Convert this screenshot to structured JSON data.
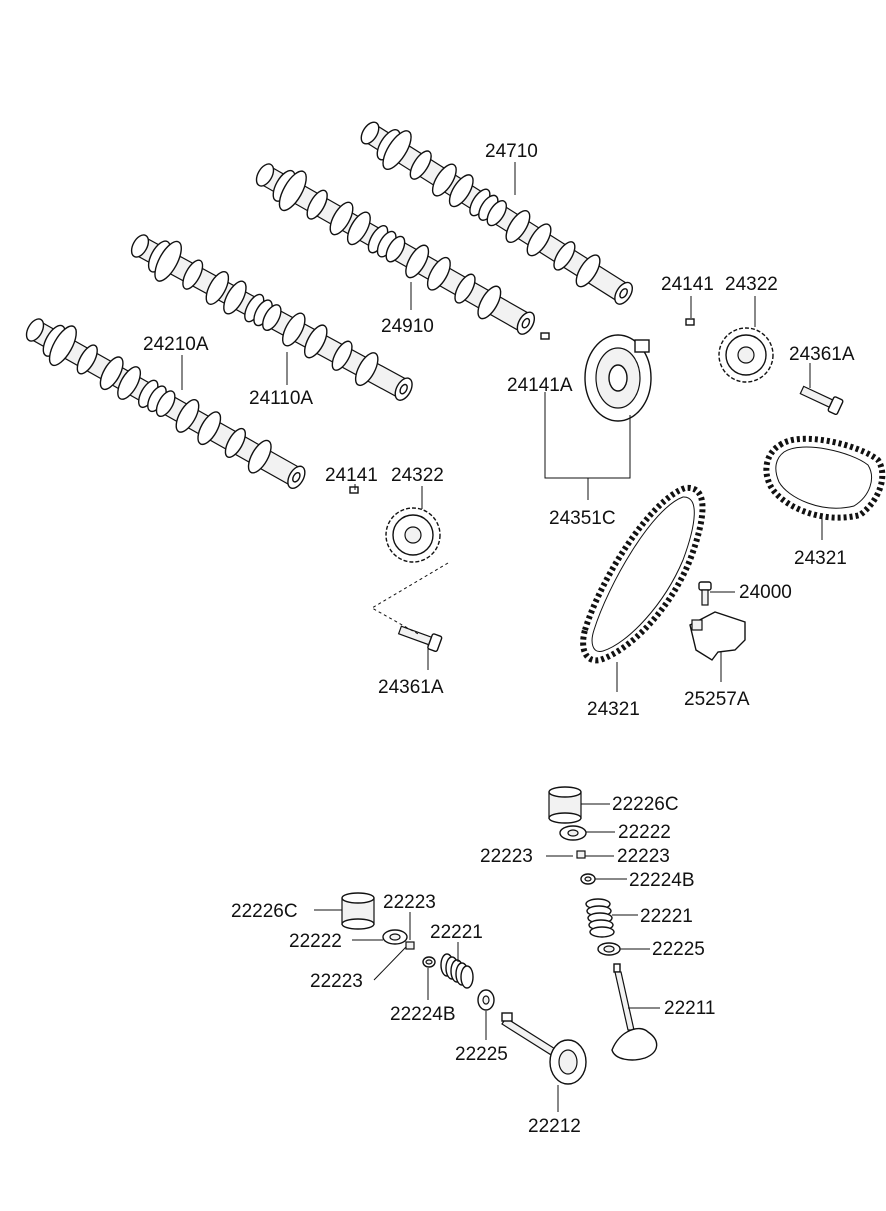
{
  "labels": {
    "p24710": "24710",
    "p24910": "24910",
    "p24210A": "24210A",
    "p24110A": "24110A",
    "p24141_top": "24141",
    "p24322_top": "24322",
    "p24361A_top": "24361A",
    "p24141A": "24141A",
    "p24351C": "24351C",
    "p24141_mid": "24141",
    "p24322_mid": "24322",
    "p24361A_mid": "24361A",
    "p24321_right": "24321",
    "p24000": "24000",
    "p24321_mid": "24321",
    "p25257A": "25257A",
    "p22226C_r": "22226C",
    "p22222_r": "22222",
    "p22223_rl": "22223",
    "p22223_rr": "22223",
    "p22224B_r": "22224B",
    "p22221_r": "22221",
    "p22225_r": "22225",
    "p22211": "22211",
    "p22226C_l": "22226C",
    "p22223_lt": "22223",
    "p22222_l": "22222",
    "p22221_l": "22221",
    "p22223_ll": "22223",
    "p22224B_l": "22224B",
    "p22225_l": "22225",
    "p22212": "22212"
  }
}
